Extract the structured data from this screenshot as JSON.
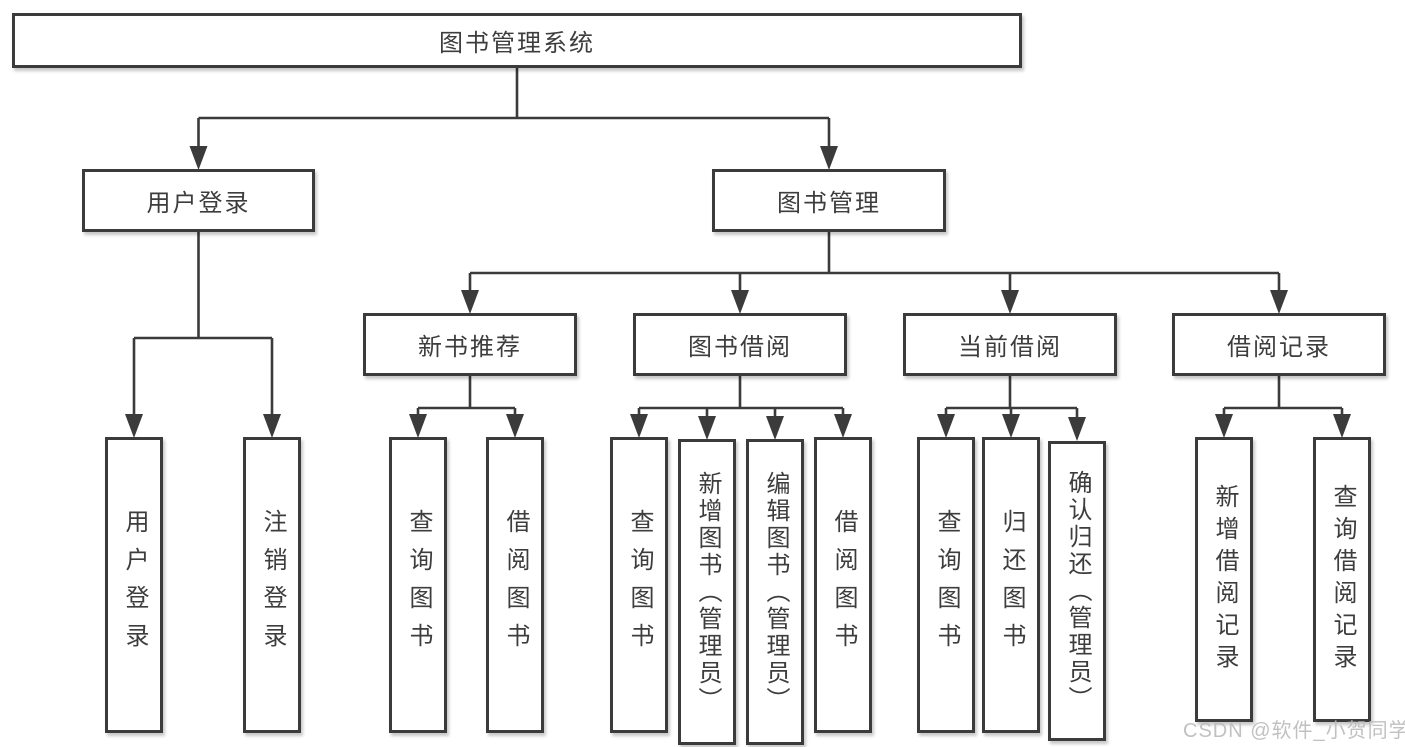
{
  "tree": {
    "root": {
      "label": "图书管理系统",
      "children": [
        {
          "label": "用户登录",
          "children": [
            {
              "label": "用户登录"
            },
            {
              "label": "注销登录"
            }
          ]
        },
        {
          "label": "图书管理",
          "children": [
            {
              "label": "新书推荐",
              "children": [
                {
                  "label": "查询图书"
                },
                {
                  "label": "借阅图书"
                }
              ]
            },
            {
              "label": "图书借阅",
              "children": [
                {
                  "label": "查询图书"
                },
                {
                  "label": "新增图书（管理员）"
                },
                {
                  "label": "编辑图书（管理员）"
                },
                {
                  "label": "借阅图书"
                }
              ]
            },
            {
              "label": "当前借阅",
              "children": [
                {
                  "label": "查询图书"
                },
                {
                  "label": "归还图书"
                },
                {
                  "label": "确认归还（管理员）"
                }
              ]
            },
            {
              "label": "借阅记录",
              "children": [
                {
                  "label": "新增借阅记录"
                },
                {
                  "label": "查询借阅记录"
                }
              ]
            }
          ]
        }
      ]
    }
  },
  "watermark": {
    "text": "CSDN @软件_小贺同学"
  },
  "colors": {
    "line": "#3b3b3b",
    "border": "#3b3b3b",
    "text": "#3d3d3d",
    "background": "#ffffff",
    "watermark": "#bcbcbc"
  }
}
